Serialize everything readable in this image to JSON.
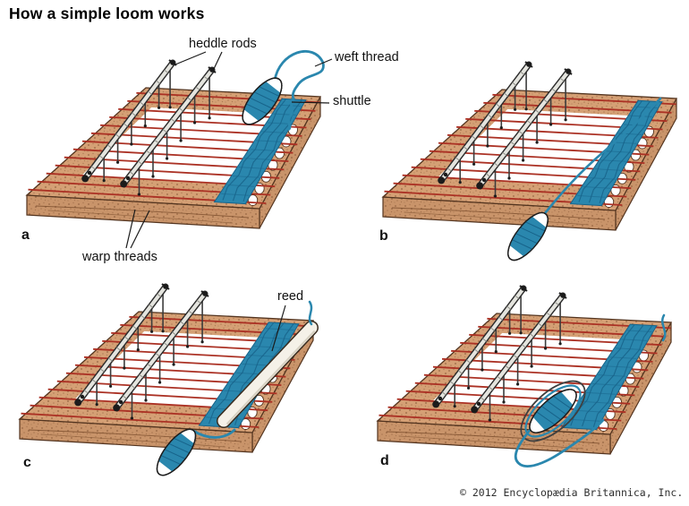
{
  "title": "How a simple loom works",
  "labels": {
    "heddle_rods": "heddle rods",
    "weft_thread": "weft thread",
    "shuttle": "shuttle",
    "warp_threads": "warp threads",
    "reed": "reed"
  },
  "panels": [
    {
      "letter": "a"
    },
    {
      "letter": "b"
    },
    {
      "letter": "c"
    },
    {
      "letter": "d"
    }
  ],
  "copyright": "© 2012 Encyclopædia Britannica, Inc.",
  "colors": {
    "wood": "#d5a075",
    "wood_side": "#c9946a",
    "wood_speckle": "#8a5a38",
    "wood_line": "#53341f",
    "wood_grain": "#7a4c2c",
    "warp": "#ab3124",
    "weft": "#2a87ae",
    "weft_dark": "#17638a",
    "reed": "#f5f1e8",
    "metal": "#e4e4de",
    "metal_dark": "#2a2a2a",
    "ink": "#1a1a1a"
  }
}
